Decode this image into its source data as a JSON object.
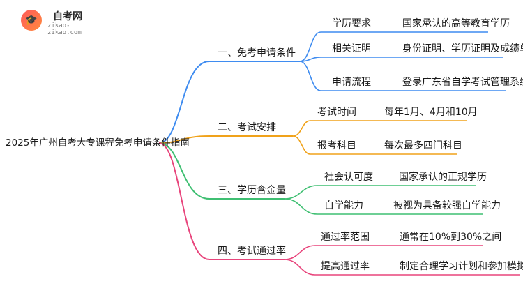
{
  "logo": {
    "name": "自考网",
    "url": "zikao-zikao.com",
    "icon": "graduation-cap-icon"
  },
  "root": "2025年广州自考大专课程免考申请条件指南",
  "colors": {
    "blue": "#3f8cf0",
    "orange": "#f0a21a",
    "green": "#3fbf72",
    "pink": "#e8457c"
  },
  "branches": [
    {
      "label": "一、免考申请条件",
      "color": "blue",
      "items": [
        {
          "key": "学历要求",
          "value": "国家承认的高等教育学历"
        },
        {
          "key": "相关证明",
          "value": "身份证明、学历证明及成绩单"
        },
        {
          "key": "申请流程",
          "value": "登录广东省自学考试管理系统"
        }
      ]
    },
    {
      "label": "二、考试安排",
      "color": "orange",
      "items": [
        {
          "key": "考试时间",
          "value": "每年1月、4月和10月"
        },
        {
          "key": "报考科目",
          "value": "每次最多四门科目"
        }
      ]
    },
    {
      "label": "三、学历含金量",
      "color": "green",
      "items": [
        {
          "key": "社会认可度",
          "value": "国家承认的正规学历"
        },
        {
          "key": "自学能力",
          "value": "被视为具备较强自学能力"
        }
      ]
    },
    {
      "label": "四、考试通过率",
      "color": "pink",
      "items": [
        {
          "key": "通过率范围",
          "value": "通常在10%到30%之间"
        },
        {
          "key": "提高通过率",
          "value": "制定合理学习计划和参加模拟考试"
        }
      ]
    }
  ]
}
